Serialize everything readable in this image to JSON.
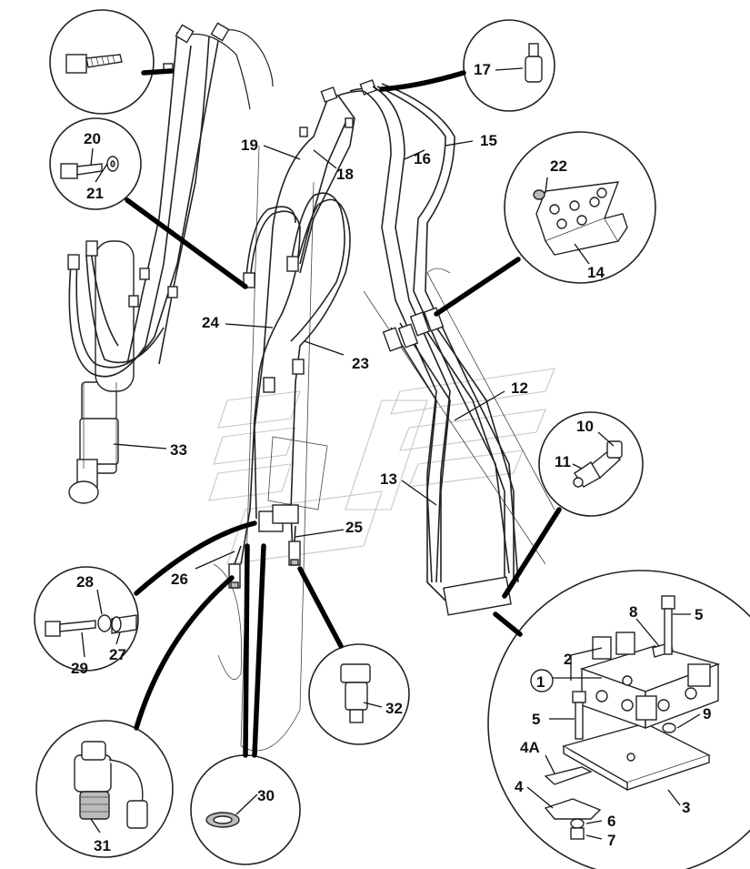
{
  "labels": {
    "l1": "1",
    "l2": "2",
    "l3": "3",
    "l4": "4",
    "l4a": "4A",
    "l5a": "5",
    "l5b": "5",
    "l6": "6",
    "l7": "7",
    "l8": "8",
    "l9": "9",
    "l10": "10",
    "l11": "11",
    "l12": "12",
    "l13": "13",
    "l14": "14",
    "l15": "15",
    "l16": "16",
    "l17": "17",
    "l18": "18",
    "l19": "19",
    "l20": "20",
    "l21": "21",
    "l22": "22",
    "l23": "23",
    "l24": "24",
    "l25": "25",
    "l26": "26",
    "l27": "27",
    "l28": "28",
    "l29": "29",
    "l30": "30",
    "l31": "31",
    "l32": "32",
    "l33": "33"
  }
}
